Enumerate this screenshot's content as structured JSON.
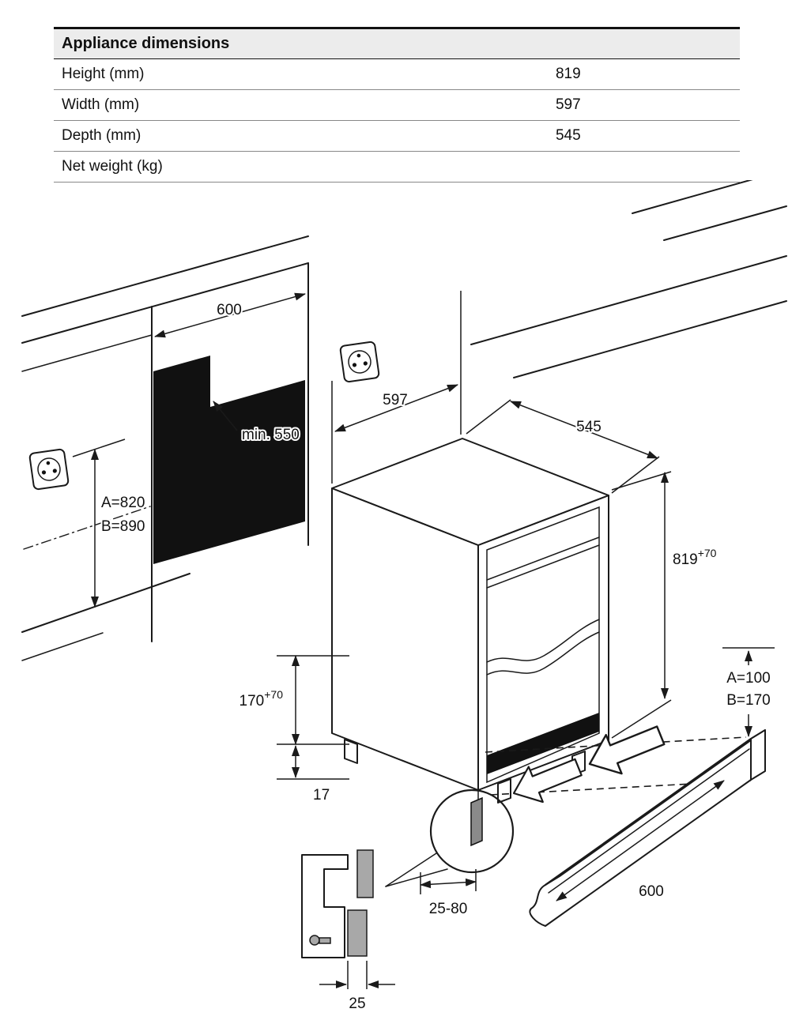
{
  "table": {
    "title": "Appliance dimensions",
    "rows": [
      {
        "label": "Height (mm)",
        "value": "819"
      },
      {
        "label": "Width (mm)",
        "value": "597"
      },
      {
        "label": "Depth (mm)",
        "value": "545"
      },
      {
        "label": "Net weight (kg)",
        "value": ""
      }
    ]
  },
  "diagram": {
    "labels": {
      "niche_width": "600",
      "niche_depth": "min. 550",
      "appliance_width": "597",
      "appliance_depth": "545",
      "niche_height_a": "A=820",
      "niche_height_b": "B=890",
      "appliance_height": "819",
      "appliance_height_tol": "+70",
      "base_clearance": "170",
      "base_clearance_tol": "+70",
      "base_offset": "17",
      "plinth_height_a": "A=100",
      "plinth_height_b": "B=170",
      "plinth_recess": "25-80",
      "plinth_length": "600",
      "panel_thickness": "25"
    },
    "colors": {
      "line": "#1a1a1a",
      "shadow": "#111111",
      "panel_gray": "#a8a8a8"
    }
  }
}
